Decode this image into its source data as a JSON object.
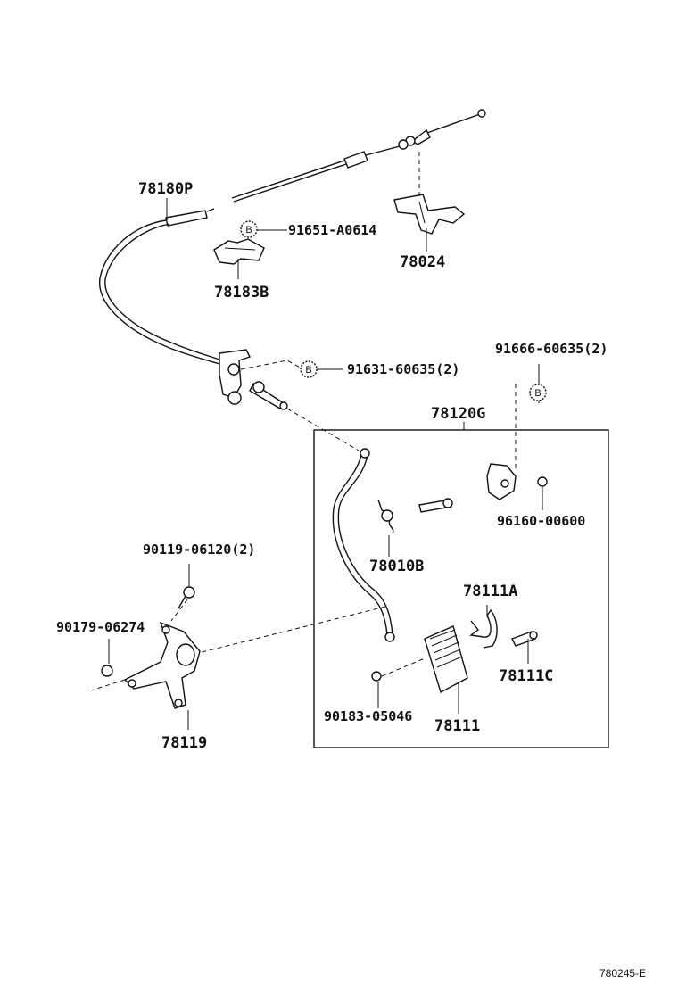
{
  "diagram": {
    "part_labels": {
      "p78180P": "78180P",
      "p91651": "91651-A0614",
      "p78024": "78024",
      "p78183B": "78183B",
      "p91631": "91631-60635(2)",
      "p91666": "91666-60635(2)",
      "p78120G": "78120G",
      "p96160": "96160-00600",
      "p90119": "90119-06120(2)",
      "p78010B": "78010B",
      "p78111A": "78111A",
      "p90179": "90179-06274",
      "p78111C": "78111C",
      "p90183": "90183-05046",
      "p78111": "78111",
      "p78119": "78119"
    },
    "markers": {
      "m1": "B",
      "m2": "B",
      "m3": "B"
    },
    "reference_code": "780245-E"
  }
}
